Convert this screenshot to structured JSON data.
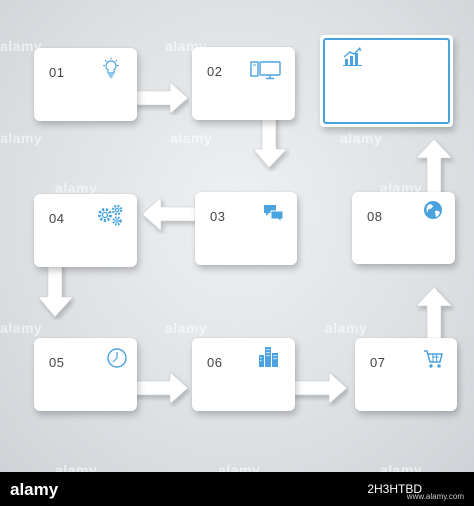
{
  "steps": [
    {
      "number": "01",
      "icon": "lightbulb-icon"
    },
    {
      "number": "02",
      "icon": "computer-icon"
    },
    {
      "number": "03",
      "icon": "speech-bubbles-icon"
    },
    {
      "number": "04",
      "icon": "gears-icon"
    },
    {
      "number": "05",
      "icon": "clock-icon"
    },
    {
      "number": "06",
      "icon": "buildings-icon"
    },
    {
      "number": "07",
      "icon": "shopping-cart-icon"
    },
    {
      "number": "08",
      "icon": "globe-icon"
    }
  ],
  "result_panel": {
    "icon": "growth-chart-icon"
  },
  "colors": {
    "accent": "#4aa3df",
    "card": "#ffffff",
    "text": "#444444",
    "background": "#dfe2e5"
  },
  "watermark": "alamy",
  "footer": {
    "logo": "alamy",
    "image_id": "2H3HTBD",
    "url": "www.alamy.com"
  }
}
